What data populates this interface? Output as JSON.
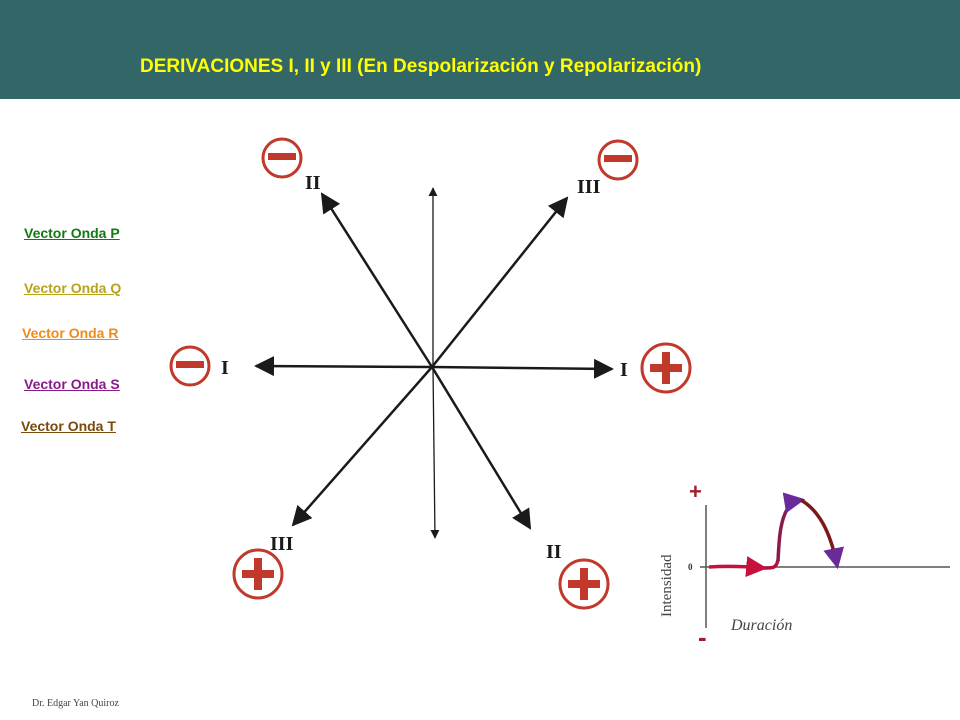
{
  "header": {
    "title": "DERIVACIONES I, II y III (En Despolarización y Repolarización)",
    "background_color": "#336666",
    "title_color": "#ffff00"
  },
  "legend": [
    {
      "label": "Vector Onda P",
      "color": "#117a11"
    },
    {
      "label": "Vector Onda Q",
      "color": "#b8a21a"
    },
    {
      "label": "Vector Onda R",
      "color": "#f08a1c"
    },
    {
      "label": "Vector Onda S",
      "color": "#8a1a8a"
    },
    {
      "label": "Vector Onda T",
      "color": "#7a4a0a"
    }
  ],
  "leads": {
    "I_left": "I",
    "I_right": "I",
    "II_top": "II",
    "II_bottom": "II",
    "III_top": "III",
    "III_bottom": "III"
  },
  "polarity": {
    "minus_color": "#c0392b",
    "plus_color": "#c0392b"
  },
  "wave_chart": {
    "plus_label": "+",
    "minus_label": "-",
    "zero_label": "0",
    "y_label": "Intensidad",
    "x_label": "Duración",
    "curve_color": "#8b1a3a"
  },
  "footer": {
    "author": "Dr. Edgar Yan Quiroz"
  }
}
